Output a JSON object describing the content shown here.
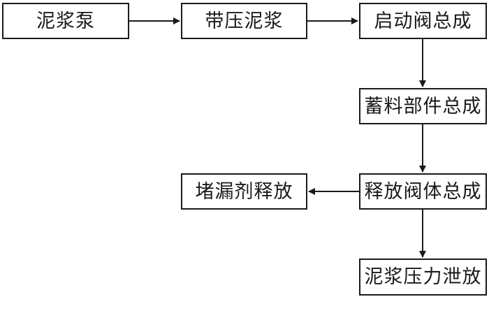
{
  "nodes": {
    "slurry_pump": "泥浆泵",
    "pressurized_slurry": "带压泥浆",
    "start_valve_assembly": "启动阀总成",
    "storage_component_assembly": "蓄料部件总成",
    "release_valve_assembly": "释放阀体总成",
    "plugging_agent_release": "堵漏剂释放",
    "slurry_pressure_release": "泥浆压力泄放"
  },
  "edges": [
    {
      "from": "slurry_pump",
      "to": "pressurized_slurry"
    },
    {
      "from": "pressurized_slurry",
      "to": "start_valve_assembly"
    },
    {
      "from": "start_valve_assembly",
      "to": "storage_component_assembly"
    },
    {
      "from": "storage_component_assembly",
      "to": "release_valve_assembly"
    },
    {
      "from": "release_valve_assembly",
      "to": "plugging_agent_release"
    },
    {
      "from": "release_valve_assembly",
      "to": "slurry_pressure_release"
    }
  ],
  "colors": {
    "stroke": "#1a1a1a",
    "background": "#ffffff"
  }
}
